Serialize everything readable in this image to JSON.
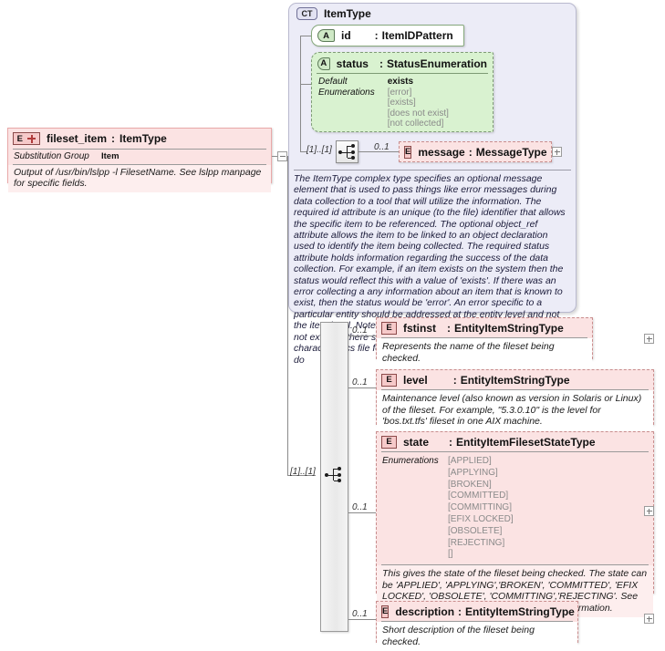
{
  "diagram": {
    "kind": "xsd-schema-diagram",
    "colors": {
      "element_fill": "#fbe3e3",
      "element_border": "#e9a8a8",
      "attribute_fill": "#d9f2d0",
      "attribute_border": "#86a87c",
      "complextype_fill": "#ececf7",
      "complextype_border": "#b9b9cf",
      "connector_line": "#8a8a8a"
    }
  },
  "root_element": {
    "badge": "E",
    "badge_extra": "plus-icon",
    "name": "fileset_item",
    "separator": ":",
    "type": "ItemType",
    "facet_key": "Substitution Group",
    "facet_value": "Item",
    "documentation": "Output of /usr/bin/lslpp -l FilesetName. See lslpp manpage for specific fields.",
    "toggle": "minus-toggle"
  },
  "complex_type": {
    "badge": "CT",
    "name": "ItemType",
    "documentation": "The ItemType complex type specifies an optional message element that is used to pass things like error messages during data collection to a tool that will utilize the information. The required id attribute is an unique (to the file) identifier that allows the specific item to be referenced. The optional object_ref attribute allows the item to be linked to an object declaration used to identify the item being collected. The required status attribute holds information regarding the success of the data collection. For example, if an item exists on the system then the status would reflect this with a value of 'exists'. If there was an error collecting a any information about an item that is known to exist, then the status would be 'error'. An error specific to a particular entity should be addressed at the entity level and not the item level. Note that an item should not have a status of 'does not exist' as there simply would be no item element in the system characteristics file for this case. If part of the object declaration do",
    "attributes": [
      {
        "badge": "A",
        "name": "id",
        "separator": ":",
        "type": "ItemIDPattern",
        "required": true
      },
      {
        "badge": "A",
        "name": "status",
        "separator": ":",
        "type": "StatusEnumeration",
        "required": false,
        "facets": [
          {
            "key": "Default",
            "values": [
              "exists"
            ],
            "is_default": true
          },
          {
            "key": "Enumerations",
            "values": [
              "[error]",
              "[exists]",
              "[does not exist]",
              "[not collected]"
            ],
            "is_default": false
          }
        ]
      }
    ],
    "inner_sequence": {
      "cardinality": "[1]..[1]",
      "icon": "sequence-compositor-icon"
    },
    "child_elements": [
      {
        "badge": "E",
        "name": "message",
        "separator": ":",
        "type": "MessageType",
        "cardinality": "0..1",
        "toggle": "plus-toggle"
      }
    ]
  },
  "outer_sequence": {
    "cardinality": "[1]..[1]",
    "icon": "sequence-compositor-icon"
  },
  "fileset_children": [
    {
      "badge": "E",
      "name": "fstinst",
      "separator": ":",
      "type": "EntityItemStringType",
      "cardinality": "0..1",
      "documentation": "Represents the name of the fileset being checked.",
      "toggle": "plus-toggle"
    },
    {
      "badge": "E",
      "name": "level",
      "separator": ":",
      "type": "EntityItemStringType",
      "cardinality": "0..1",
      "documentation": "Maintenance level (also known as version in Solaris or Linux) of the fileset. For example, \"5.3.0.10\" is the level for 'bos.txt.tfs' fileset in one AIX machine.",
      "toggle": "plus-toggle"
    },
    {
      "badge": "E",
      "name": "state",
      "separator": ":",
      "type": "EntityItemFilesetStateType",
      "cardinality": "0..1",
      "facet_key": "Enumerations",
      "enumerations": [
        "[APPLIED]",
        "[APPLYING]",
        "[BROKEN]",
        "[COMMITTED]",
        "[COMMITTING]",
        "[EFIX LOCKED]",
        "[OBSOLETE]",
        "[REJECTING]",
        "[]"
      ],
      "documentation": "This gives the state of the fileset being checked. The state can be 'APPLIED', 'APPLYING','BROKEN', 'COMMITTED', 'EFIX LOCKED', 'OBSOLETE', 'COMMITTING','REJECTING'.  See the manpage of the 'lslpp' command more information.",
      "toggle": "plus-toggle"
    },
    {
      "badge": "E",
      "name": "description",
      "separator": ":",
      "type": "EntityItemStringType",
      "cardinality": "0..1",
      "documentation": "Short description of the fileset being checked.",
      "toggle": "plus-toggle"
    }
  ]
}
